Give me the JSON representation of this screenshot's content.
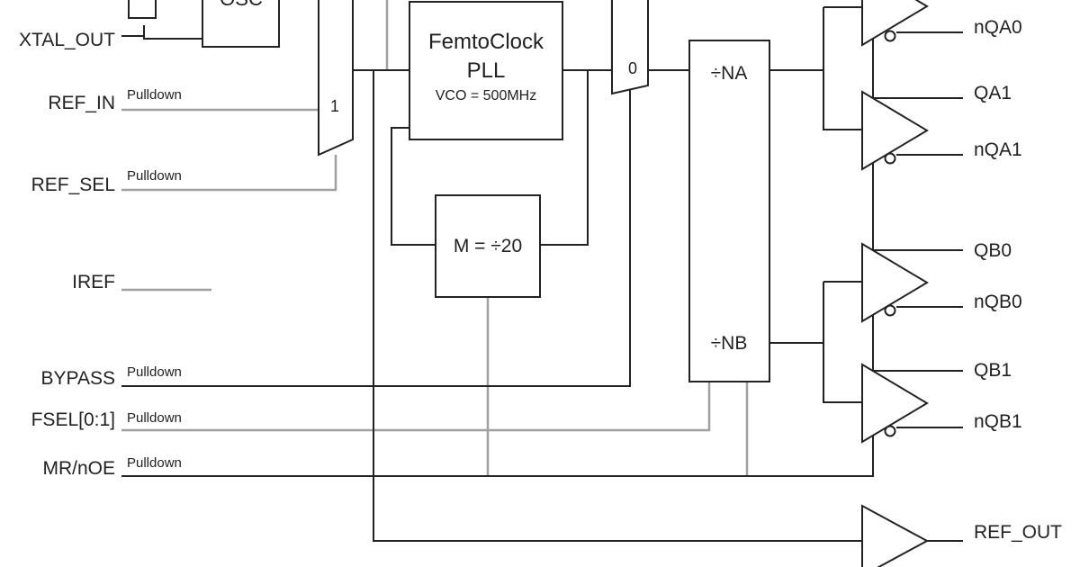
{
  "inputs": {
    "xtal_out": "XTAL_OUT",
    "ref_in": "REF_IN",
    "ref_sel": "REF_SEL",
    "iref": "IREF",
    "bypass": "BYPASS",
    "fsel": "FSEL[0:1]",
    "mr_noe": "MR/nOE"
  },
  "pulldown_label": "Pulldown",
  "blocks": {
    "osc": "OSC",
    "pll_line1": "FemtoClock",
    "pll_line2": "PLL",
    "pll_vco": "VCO = 500MHz",
    "m_div": "M = ÷20",
    "na_div": "÷NA",
    "nb_div": "÷NB",
    "mux1_input": "1",
    "mux2_input": "0"
  },
  "outputs": {
    "nqa0": "nQA0",
    "qa1": "QA1",
    "nqa1": "nQA1",
    "qb0": "QB0",
    "nqb0": "nQB0",
    "qb1": "QB1",
    "nqb1": "nQB1",
    "ref_out": "REF_OUT"
  },
  "colors": {
    "wire": "#222222",
    "control_wire": "#a0a0a0",
    "background": "#ffffff"
  }
}
